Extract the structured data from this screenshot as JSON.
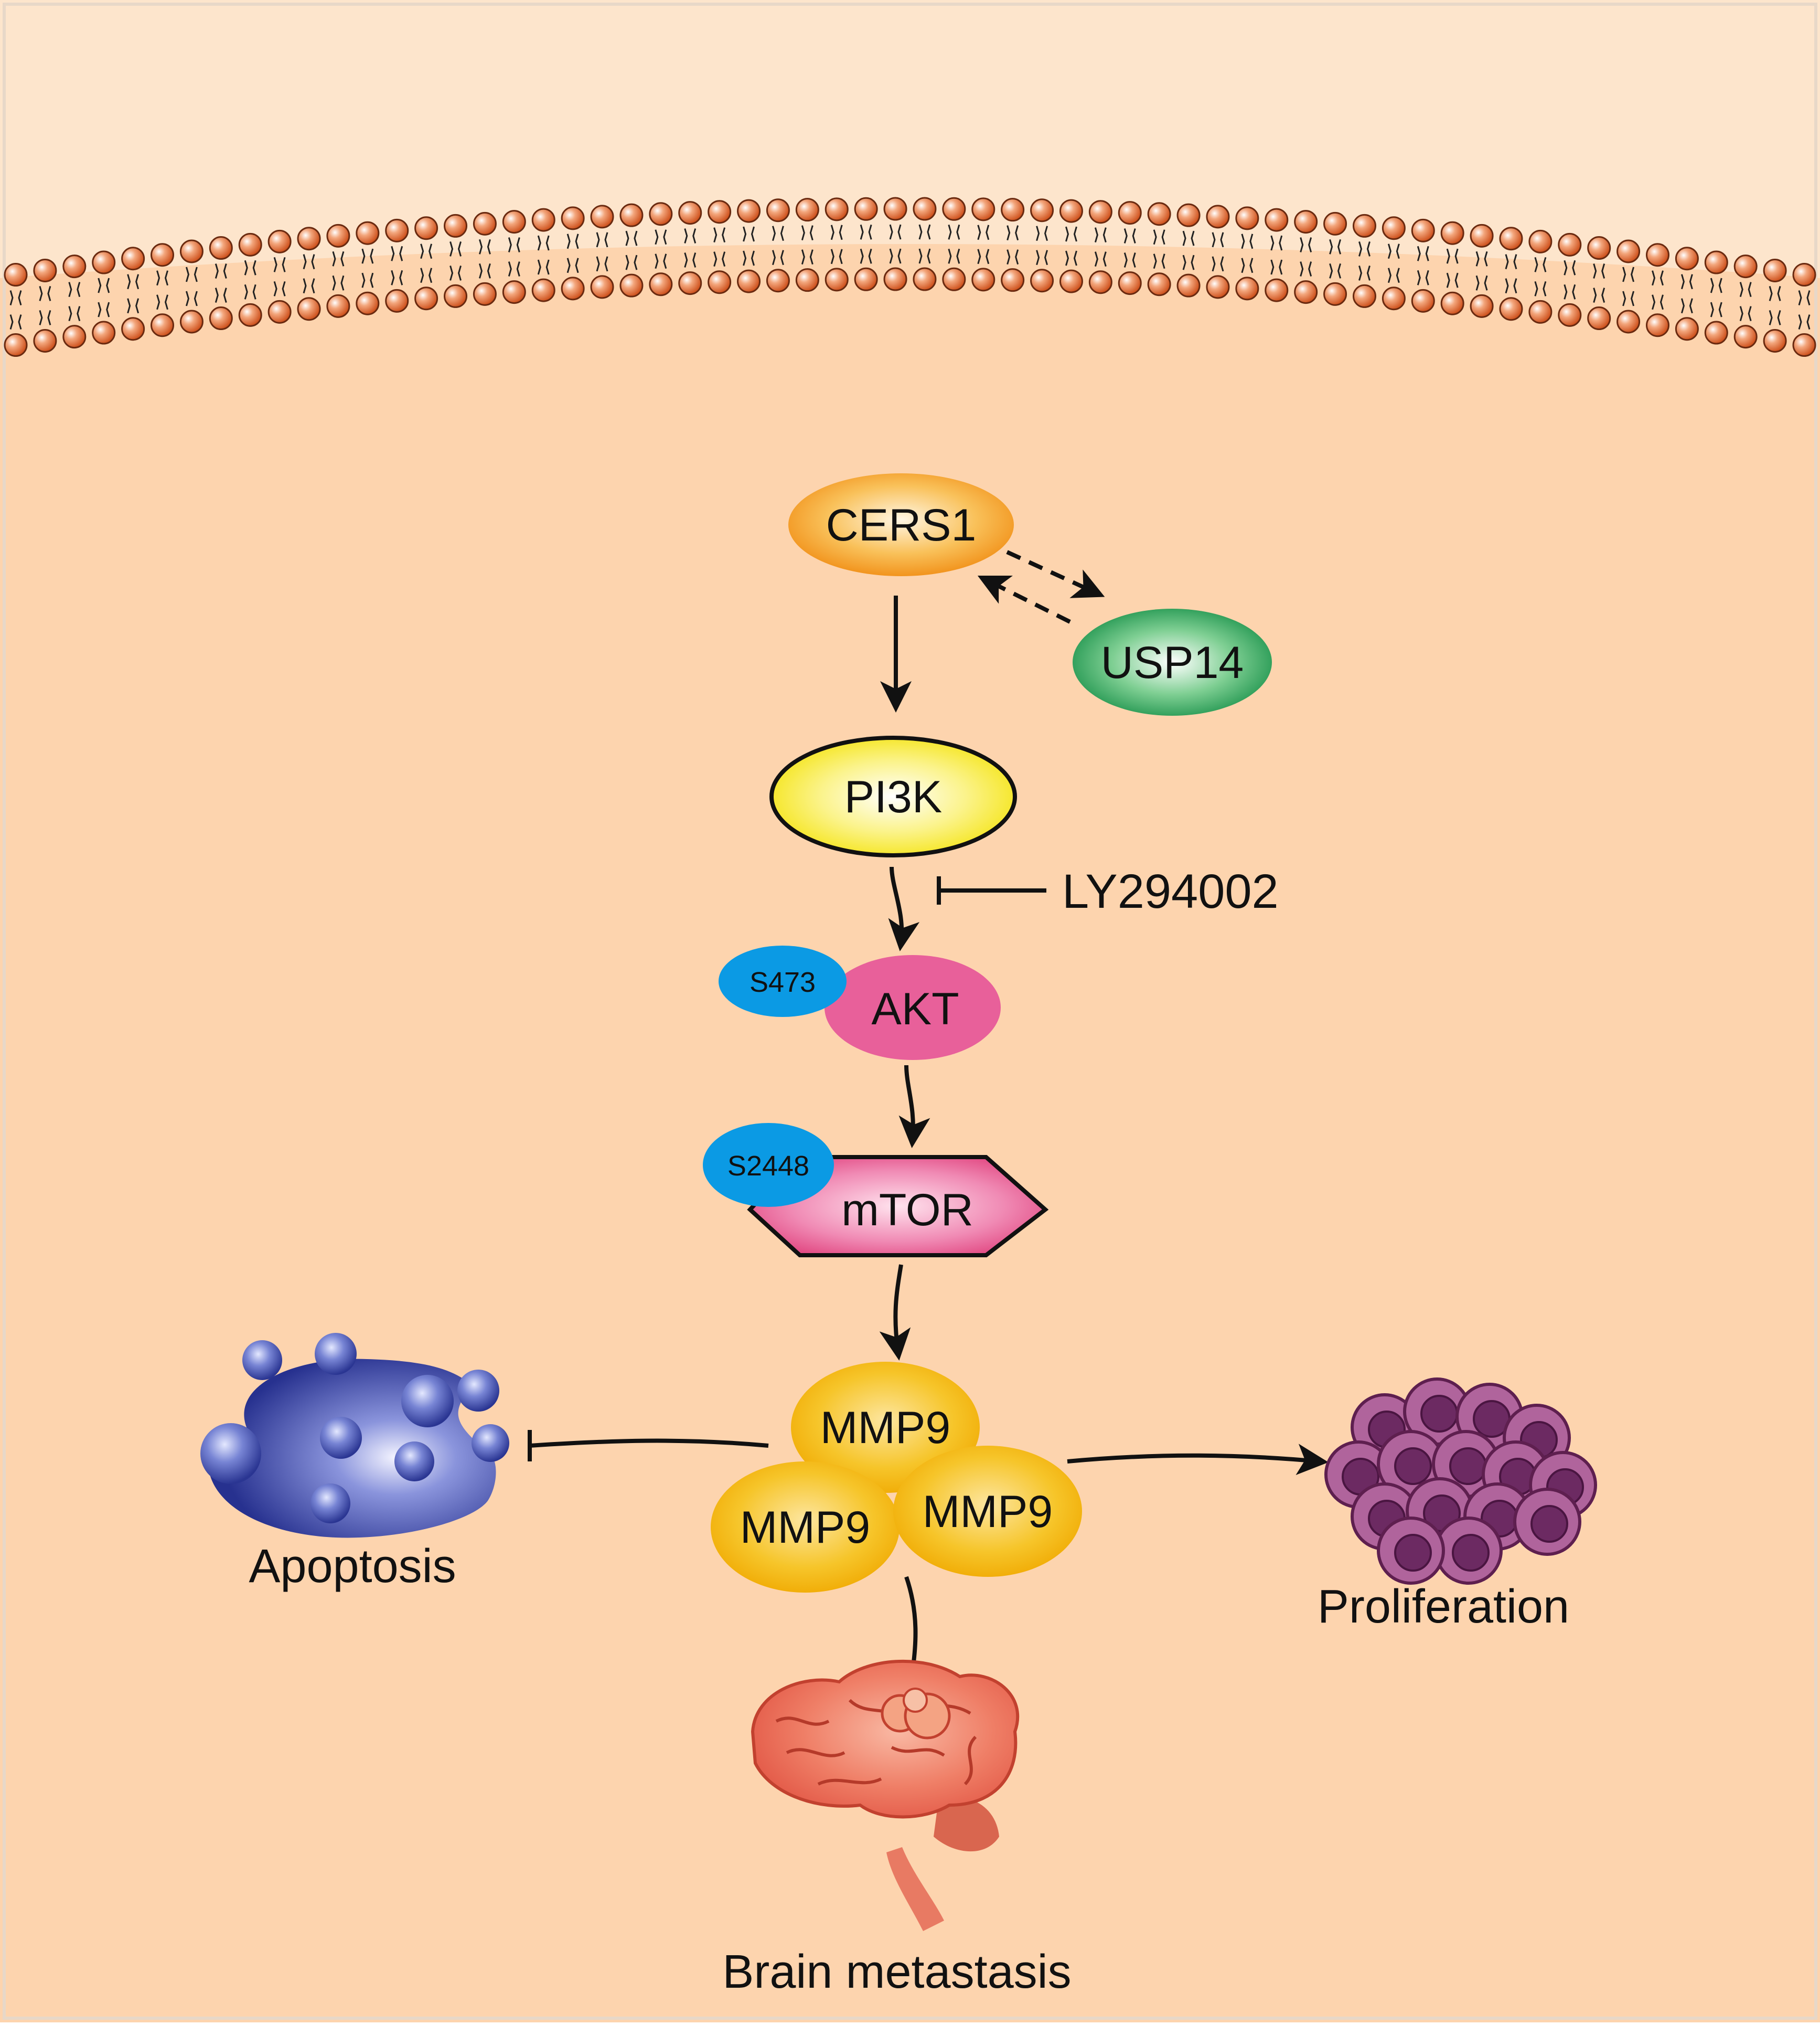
{
  "diagram": {
    "nodes": {
      "cers1": "CERS1",
      "usp14": "USP14",
      "pi3k": "PI3K",
      "akt": "AKT",
      "akt_site": "S473",
      "mtor": "mTOR",
      "mtor_site": "S2448",
      "mmp9_top": "MMP9",
      "mmp9_left": "MMP9",
      "mmp9_right": "MMP9"
    },
    "inhibitor": "LY294002",
    "outcomes": {
      "apoptosis": "Apoptosis",
      "proliferation": "Proliferation",
      "brain_metastasis": "Brain metastasis"
    },
    "edges": [
      {
        "from": "CERS1",
        "to": "USP14",
        "type": "dashed-bidirectional"
      },
      {
        "from": "CERS1",
        "to": "PI3K",
        "type": "activation"
      },
      {
        "from": "PI3K",
        "to": "AKT",
        "type": "activation"
      },
      {
        "from": "LY294002",
        "to": "PI3K→AKT",
        "type": "inhibition"
      },
      {
        "from": "AKT",
        "to": "mTOR",
        "type": "activation"
      },
      {
        "from": "mTOR",
        "to": "MMP9",
        "type": "activation"
      },
      {
        "from": "MMP9",
        "to": "Apoptosis",
        "type": "inhibition"
      },
      {
        "from": "MMP9",
        "to": "Proliferation",
        "type": "activation"
      },
      {
        "from": "MMP9",
        "to": "Brain metastasis",
        "type": "activation"
      }
    ],
    "colors": {
      "extracellular": "#fde5cc",
      "cytoplasm": "#fdd4ae",
      "lipid_head": "#e2703a",
      "cers1": "#f39a1c",
      "usp14": "#14924a",
      "pi3k": "#f6e800",
      "akt": "#e8609a",
      "phospho_site": "#0b9ae4",
      "mtor": "#e65b8f",
      "mmp9": "#f3b400",
      "apoptosis_cell": "#2e3c9c",
      "proliferation_cells": "#8b3c78",
      "brain": "#e8604f"
    }
  }
}
